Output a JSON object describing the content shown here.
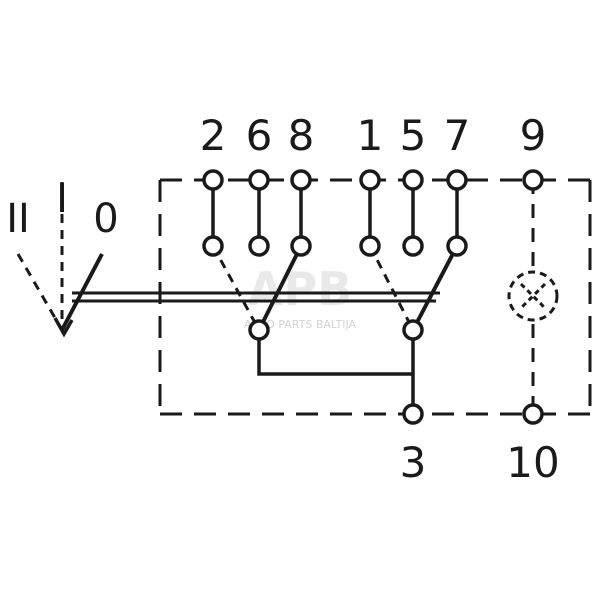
{
  "position_labels": {
    "II": "II",
    "I": "I",
    "0": "0"
  },
  "top_terminals": [
    "2",
    "6",
    "8",
    "1",
    "5",
    "7",
    "9"
  ],
  "bottom_terminals": [
    "3",
    "10"
  ],
  "watermark": {
    "logo": "APB",
    "text": "AUTO PARTS BALTIJA"
  },
  "colors": {
    "line": "#1a1a1a",
    "background": "#ffffff",
    "watermark": "#d8d8d8"
  }
}
